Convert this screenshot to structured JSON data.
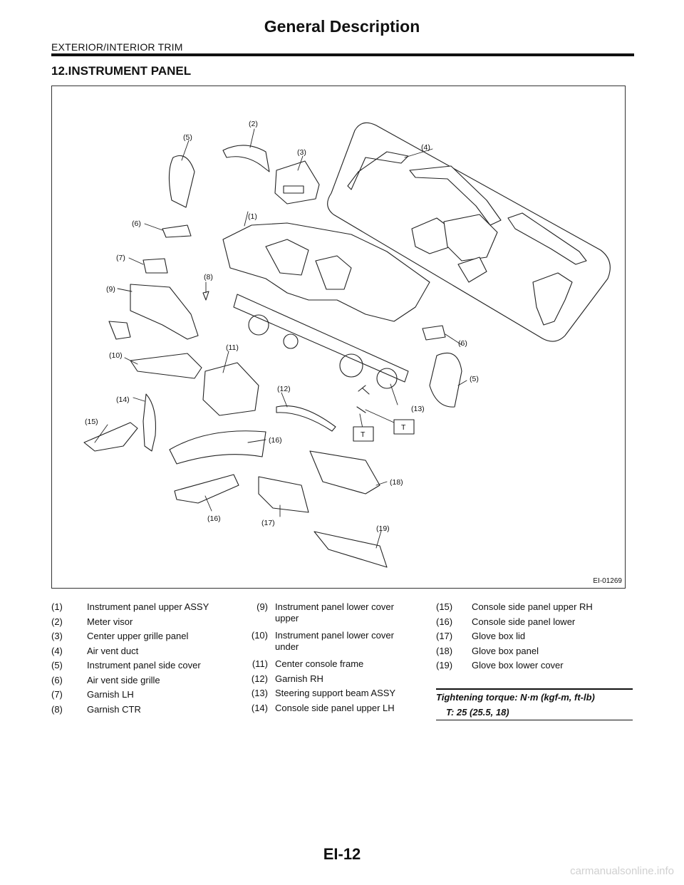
{
  "header": {
    "title": "General Description",
    "section": "EXTERIOR/INTERIOR TRIM"
  },
  "section_heading": "12.INSTRUMENT PANEL",
  "figure": {
    "code": "EI-01269",
    "callouts": [
      "(1)",
      "(2)",
      "(3)",
      "(4)",
      "(5)",
      "(6)",
      "(7)",
      "(8)",
      "(9)",
      "(10)",
      "(11)",
      "(12)",
      "(13)",
      "(14)",
      "(15)",
      "(16)",
      "(6)",
      "(5)",
      "(16)",
      "(17)",
      "(18)",
      "(19)",
      "T",
      "T"
    ]
  },
  "parts": {
    "col1": [
      {
        "num": "(1)",
        "name": "Instrument panel upper ASSY"
      },
      {
        "num": "(2)",
        "name": "Meter visor"
      },
      {
        "num": "(3)",
        "name": "Center upper grille panel"
      },
      {
        "num": "(4)",
        "name": "Air vent duct"
      },
      {
        "num": "(5)",
        "name": "Instrument panel side cover"
      },
      {
        "num": "(6)",
        "name": "Air vent side grille"
      },
      {
        "num": "(7)",
        "name": "Garnish LH"
      },
      {
        "num": "(8)",
        "name": "Garnish CTR"
      }
    ],
    "col2": [
      {
        "num": "(9)",
        "name_line1": "Instrument panel lower cover",
        "name_line2": "upper"
      },
      {
        "num": "(10)",
        "name_line1": "Instrument panel lower cover",
        "name_line2": "under"
      },
      {
        "num": "(11)",
        "name": "Center console frame"
      },
      {
        "num": "(12)",
        "name": "Garnish RH"
      },
      {
        "num": "(13)",
        "name": "Steering support beam ASSY"
      },
      {
        "num": "(14)",
        "name": "Console side panel upper LH"
      }
    ],
    "col3": [
      {
        "num": "(15)",
        "name": "Console side panel upper RH"
      },
      {
        "num": "(16)",
        "name": "Console side panel lower"
      },
      {
        "num": "(17)",
        "name": "Glove box lid"
      },
      {
        "num": "(18)",
        "name": "Glove box panel"
      },
      {
        "num": "(19)",
        "name": "Glove box lower cover"
      }
    ]
  },
  "torque": {
    "title": "Tightening torque: N·m (kgf-m, ft-lb)",
    "value": "T:   25 (25.5, 18)"
  },
  "footer": {
    "page_number": "EI-12",
    "watermark": "carmanualsonline.info"
  }
}
